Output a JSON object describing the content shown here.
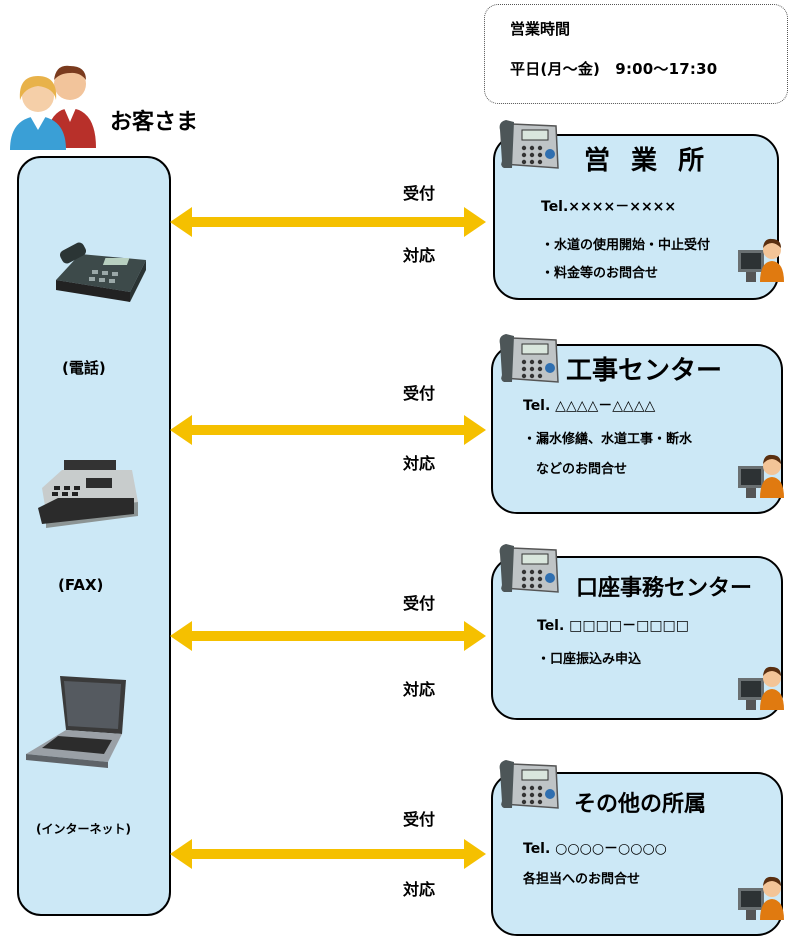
{
  "hours": {
    "title": "営業時間",
    "text": "平日(月～金)　9:00～17:30"
  },
  "customer": {
    "label": "お客さま"
  },
  "devices": [
    {
      "label": "(電話)"
    },
    {
      "label": "(FAX)"
    },
    {
      "label": "(インターネット)"
    }
  ],
  "arrows": {
    "receive_label": "受付",
    "respond_label": "対応"
  },
  "offices": [
    {
      "name": "営 業 所",
      "tel": "Tel.××××－××××",
      "lines": [
        "・水道の使用開始・中止受付",
        "・料金等のお問合せ"
      ]
    },
    {
      "name": "工事センター",
      "tel": "Tel. △△△△－△△△△",
      "lines": [
        "・漏水修繕、水道工事・断水",
        "　などのお問合せ"
      ]
    },
    {
      "name": "口座事務センター",
      "tel": "Tel. □□□□－□□□□",
      "lines": [
        "・口座振込み申込"
      ]
    },
    {
      "name": "その他の所属",
      "tel": "Tel. ○○○○－○○○○",
      "lines": [
        "各担当へのお問合せ"
      ]
    }
  ],
  "colors": {
    "panel_fill": "#cce8f6",
    "arrow": "#f5c000",
    "border": "#000000"
  }
}
